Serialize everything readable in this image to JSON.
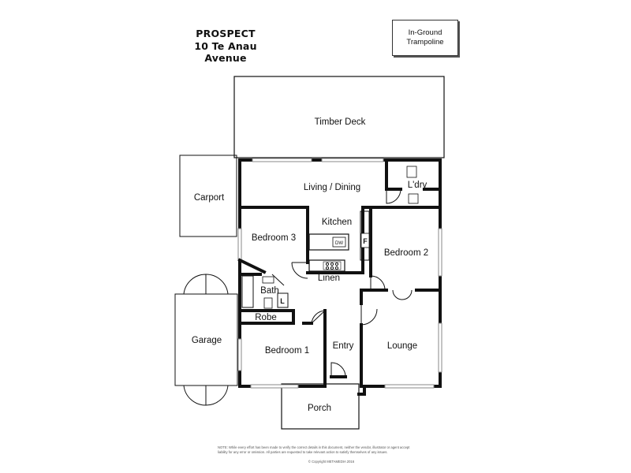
{
  "header": {
    "suburb": "PROSPECT",
    "address": "10 Te Anau Avenue"
  },
  "stamp": {
    "line1": "In-Ground",
    "line2": "Trampoline"
  },
  "rooms": {
    "timber_deck": "Timber Deck",
    "living_dining": "Living / Dining",
    "laundry": "L'dry",
    "carport": "Carport",
    "kitchen": "Kitchen",
    "bedroom3": "Bedroom 3",
    "bedroom2": "Bedroom 2",
    "linen": "Linen",
    "bath": "Bath",
    "robe": "Robe",
    "garage": "Garage",
    "bedroom1": "Bedroom 1",
    "entry": "Entry",
    "lounge": "Lounge",
    "porch": "Porch",
    "fridge": "F",
    "dishwasher": "DW",
    "linen_l": "L"
  },
  "footer": {
    "disclaimer": "NOTE: While every effort has been made to verify the correct details in this document, neither the vendor, illustrator or agent accept liability for any error or omission. All parties are requested to take relevant action to satisfy themselves of any issues.",
    "copyright": "© Copyright METAMEDIA 2016"
  }
}
